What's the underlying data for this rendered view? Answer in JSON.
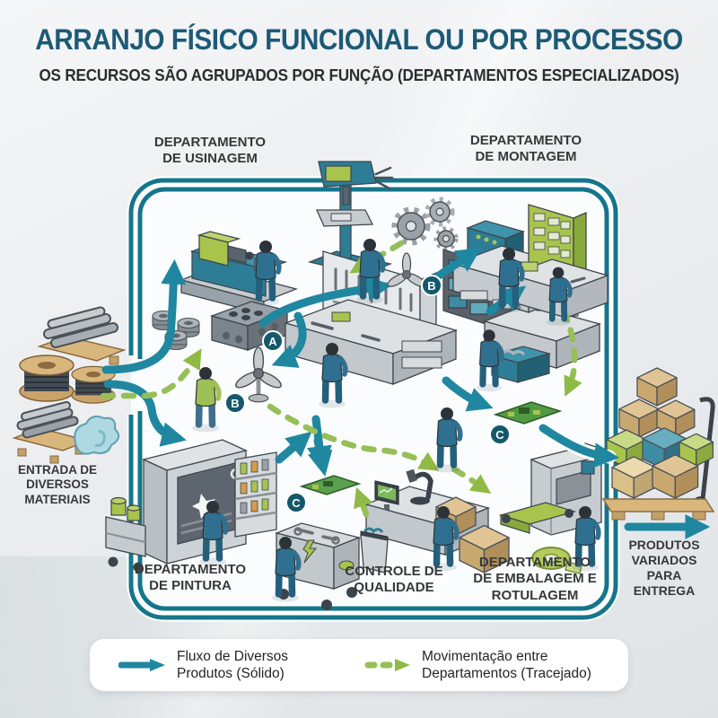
{
  "header": {
    "title": "ARRANJO FÍSICO FUNCIONAL OU POR PROCESSO",
    "subtitle": "OS RECURSOS SÃO AGRUPADOS POR FUNÇÃO (DEPARTAMENTOS ESPECIALIZADOS)"
  },
  "departments": {
    "usinagem": "DEPARTAMENTO DE USINAGEM",
    "montagem": "DEPARTAMENTO DE MONTAGEM",
    "pintura": "DEPARTAMENTO DE PINTURA",
    "qualidade": "CONTROLE DE QUALIDADE",
    "embalagem": "DEPARTAMENTO DE EMBALAGEM E ROTULAGEM"
  },
  "io": {
    "entrada": "ENTRADA DE DIVERSOS MATERIAIS",
    "saida": "PRODUTOS VARIADOS PARA ENTREGA"
  },
  "badges": {
    "a": "A",
    "b": "B",
    "c": "C"
  },
  "legend": {
    "solid": "Fluxo de Diversos Produtos (Sólido)",
    "dashed": "Movimentação entre Departamentos (Tracejado)"
  },
  "colors": {
    "title_teal": "#1d5a75",
    "border_teal": "#15768b",
    "arrow_teal": "#1f87a0",
    "dashed_green": "#96bf57",
    "badge_navy": "#14596b",
    "machine_teal": "#2e7d96",
    "machine_green": "#a9c44d"
  }
}
